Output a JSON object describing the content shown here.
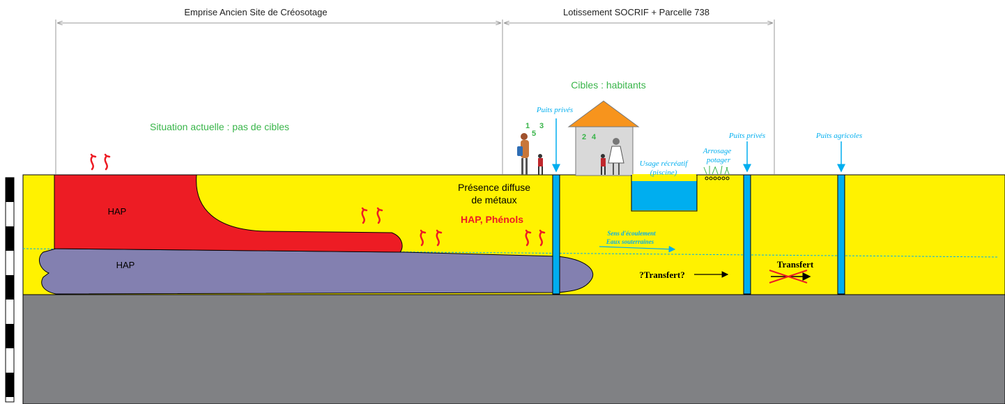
{
  "zones": {
    "left_title": "Emprise Ancien Site de Créosotage",
    "right_title": "Lotissement SOCRIF + Parcelle 738"
  },
  "annotations": {
    "situation": "Situation actuelle : pas de cibles",
    "cibles": "Cibles : habitants",
    "metaux_line1": "Présence diffuse",
    "metaux_line2": "de métaux",
    "hap_phenols": "HAP, Phénols",
    "hap_upper": "HAP",
    "hap_lower": "HAP",
    "sens_line1": "Sens d'écoulement",
    "sens_line2": "Eaux souterraines",
    "transfert_q": "?Transfert?",
    "transfert": "Transfert",
    "usage_line1": "Usage récréatif",
    "usage_line2": "(piscine)",
    "arrosage_line1": "Arrosage",
    "arrosage_line2": "potager"
  },
  "wells": [
    {
      "label": "Puits privés"
    },
    {
      "label": "Puits privés"
    },
    {
      "label": "Puits agricoles"
    }
  ],
  "target_numbers": {
    "n1": "1",
    "n3": "3",
    "n5": "5",
    "n2": "2",
    "n4": "4"
  },
  "colors": {
    "soil_yellow": "#fff200",
    "bedrock_grey": "#808184",
    "hap_red": "#ed1c24",
    "hap_purple": "#8380b0",
    "water_blue": "#00aeef",
    "roof_orange": "#f7941d",
    "green_text": "#39b54a",
    "red_text": "#ed1c24"
  }
}
